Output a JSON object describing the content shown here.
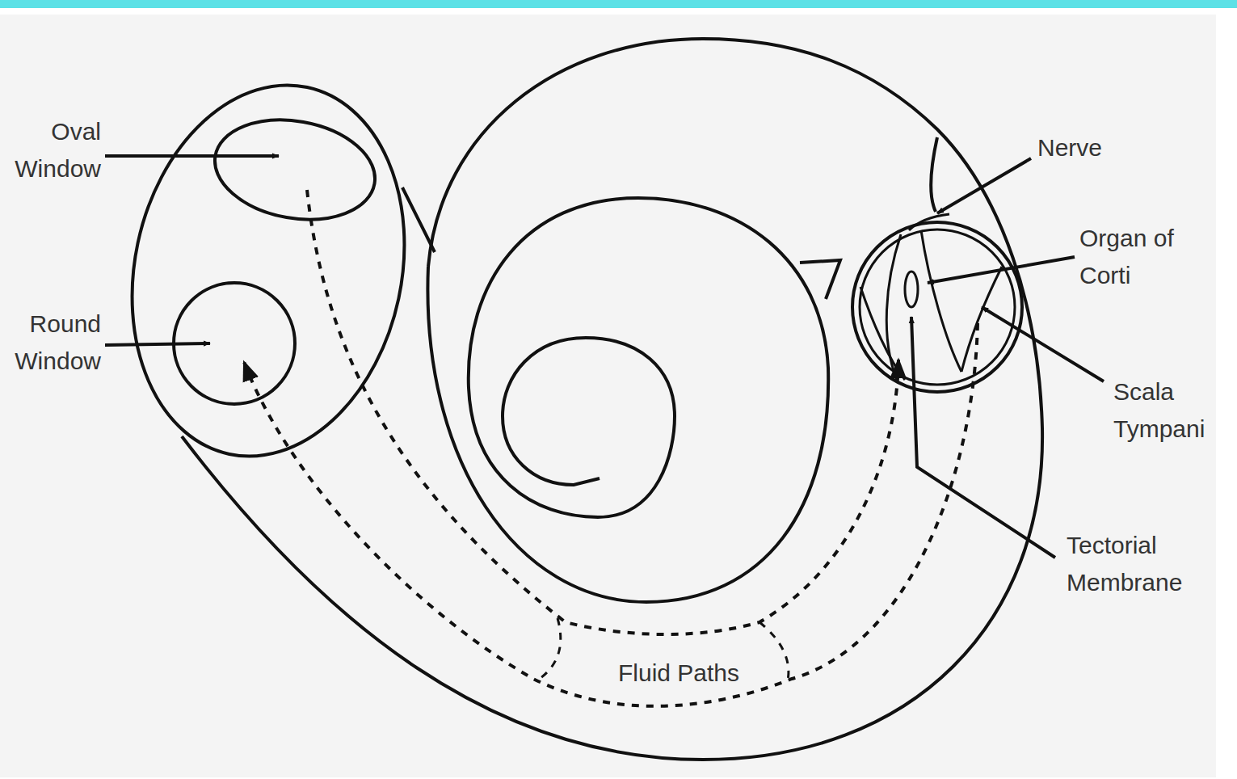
{
  "diagram": {
    "labels": [
      "Oval Window",
      "Round Window",
      "Nerve",
      "Organ of Corti",
      "Scala Tympani",
      "Tectorial Membrane",
      "Fluid Paths"
    ]
  }
}
